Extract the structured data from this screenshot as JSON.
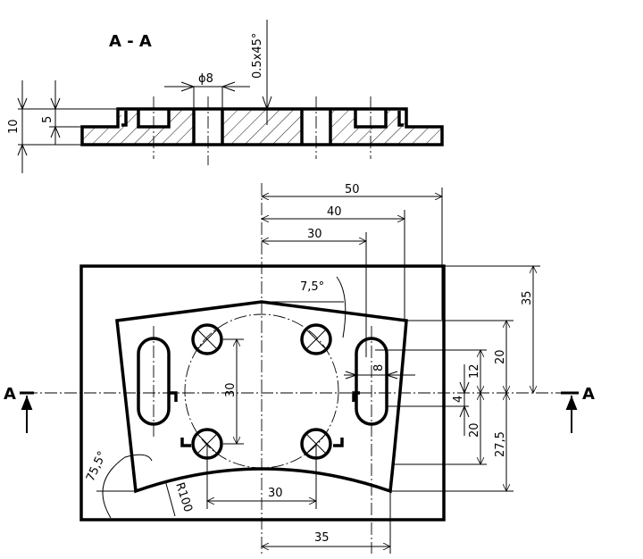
{
  "section_view": {
    "title": "A - A",
    "dims": {
      "total_height": "10",
      "step_height": "5",
      "hole_diameter": "ϕ8",
      "chamfer": "0.5x45°"
    }
  },
  "plan_view": {
    "top_dims": {
      "d50": "50",
      "d40": "40",
      "d30": "30"
    },
    "angle_top": "7,5°",
    "angle_left": "75,5°",
    "radius": "R100",
    "slot_width": "8",
    "hole_spacing_vertical": "30",
    "hole_spacing_horizontal": "30",
    "bottom_width": "35",
    "right_dims": {
      "d35": "35",
      "d20_top": "20",
      "d12": "12",
      "d4": "4",
      "d20_bottom": "20",
      "d27_5": "27,5"
    },
    "section_marker_left": "A",
    "section_marker_right": "A"
  }
}
